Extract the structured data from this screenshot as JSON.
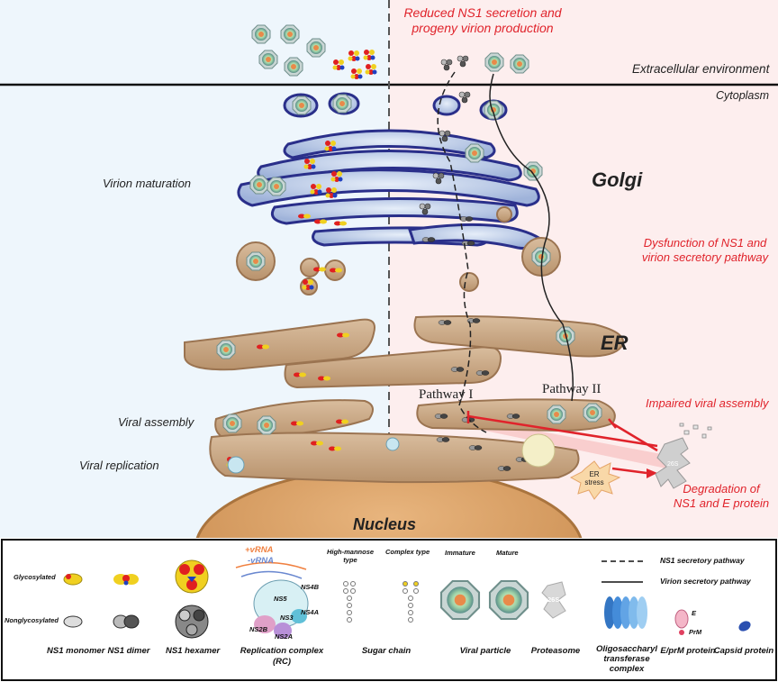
{
  "panels": {
    "top_right_caption": "Reduced NS1 secretion and\nprogeny virion production",
    "extracellular": "Extracellular environment",
    "cytoplasm": "Cytoplasm",
    "golgi": "Golgi",
    "er": "ER",
    "nucleus": "Nucleus",
    "virion_maturation": "Virion maturation",
    "viral_assembly": "Viral assembly",
    "viral_replication": "Viral replication",
    "dysfunction": "Dysfunction of NS1 and\nvirion secretory pathway",
    "impaired_assembly": "Impaired viral assembly",
    "degradation": "Degradation of\nNS1 and E protein",
    "pathway1": "Pathway I",
    "pathway2": "Pathway II",
    "er_stress": "ER\nstress",
    "proteasome_tag": "26S"
  },
  "legend": {
    "glycosylated": "Glycosylated",
    "nonglycosylated": "Nonglycosylated",
    "ns1_monomer": "NS1 monomer",
    "ns1_dimer": "NS1 dimer",
    "ns1_hexamer": "NS1 hexamer",
    "vrna_plus": "+vRNA",
    "vrna_minus": "-vRNA",
    "ns5": "NS5",
    "ns4b": "NS4B",
    "ns4a": "NS4A",
    "ns3": "NS3",
    "ns2b": "NS2B",
    "ns2a": "NS2A",
    "replication_complex": "Replication complex\n(RC)",
    "high_mannose": "High-mannose\ntype",
    "complex_type": "Complex type",
    "sugar_chain": "Sugar chain",
    "immature": "Immature",
    "mature": "Mature",
    "viral_particle": "Viral particle",
    "proteasome_tag": "26S",
    "proteasome": "Proteasome",
    "ost_complex": "Oligosaccharyl\ntransferase complex",
    "e": "E",
    "prm": "PrM",
    "e_prm_protein": "E/prM protein",
    "capsid": "Capsid protein",
    "ns1_pathway": "NS1 secretory pathway",
    "virion_pathway": "Virion secretory pathway"
  },
  "colors": {
    "left_bg": "#eef6fc",
    "right_bg": "#fdeeee",
    "golgi_fill": "#b7c8e6",
    "golgi_edge": "#2a2f8a",
    "er_fill": "#c9a98a",
    "nucleus_fill": "#d9a066",
    "alert_red": "#e0232b"
  }
}
